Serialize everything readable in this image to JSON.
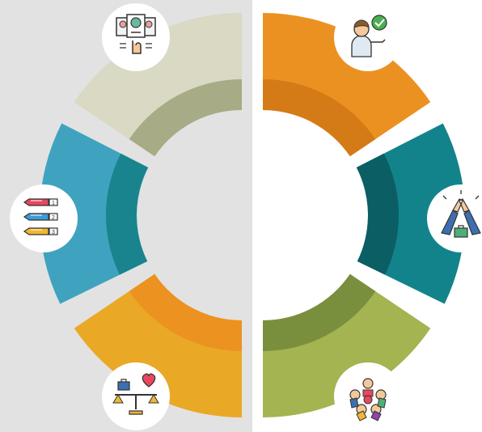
{
  "diagram": {
    "segments": [
      {
        "name": "candidate-selection",
        "side": "left",
        "outer_color": "#d9d9c4",
        "inner_color": "#a7ab86",
        "icon": "candidate-selection-icon"
      },
      {
        "name": "ranking",
        "side": "left",
        "outer_color": "#3fa3c0",
        "inner_color": "#1a848e",
        "icon": "ranked-list-icon"
      },
      {
        "name": "work-life-balance",
        "side": "left",
        "outer_color": "#eaa827",
        "inner_color": "#ec9220",
        "icon": "balance-scale-icon"
      },
      {
        "name": "hired",
        "side": "right",
        "outer_color": "#eb9122",
        "inner_color": "#d47b17",
        "icon": "approved-person-icon"
      },
      {
        "name": "agreement",
        "side": "right",
        "outer_color": "#13838b",
        "inner_color": "#0b5e63",
        "icon": "high-five-briefcase-icon"
      },
      {
        "name": "teamwork",
        "side": "right",
        "outer_color": "#a3b451",
        "inner_color": "#7a8f3e",
        "icon": "team-circle-icon"
      }
    ]
  }
}
